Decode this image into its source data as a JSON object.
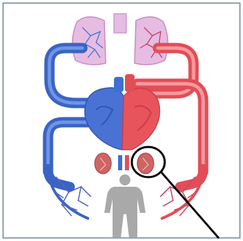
{
  "diagram": {
    "colors": {
      "oxygenated": "#e8545c",
      "oxygenated_light": "#f59a9e",
      "deoxygenated": "#3f6fd1",
      "deoxygenated_light": "#8fb0ee",
      "lung_fill": "#e4b8e0",
      "lung_stroke": "#c48ac0",
      "kidney": "#cf6464",
      "body_silhouette": "#a9a9a9",
      "frame": "#8a97ad",
      "highlight": "#000000"
    },
    "parts": [
      "lungs",
      "heart",
      "kidneys",
      "body",
      "systemic-capillaries",
      "magnifier-circle"
    ]
  }
}
